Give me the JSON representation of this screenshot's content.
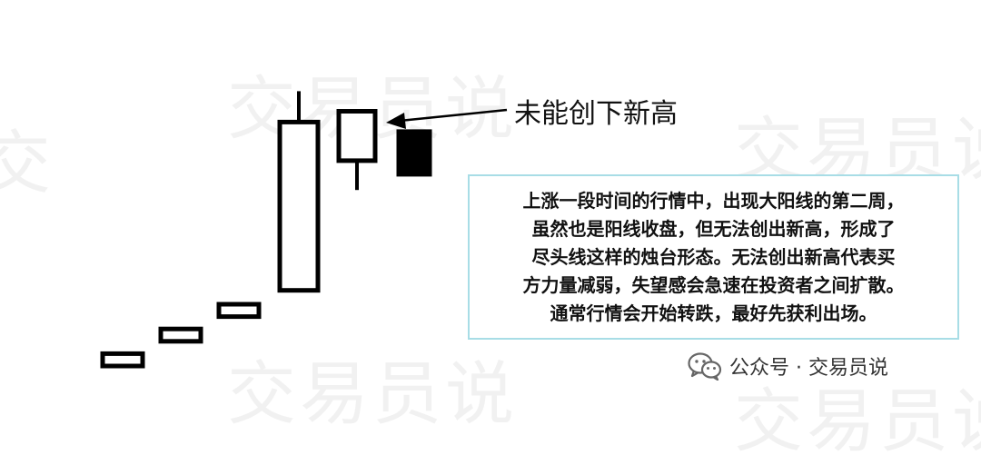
{
  "watermark_text": "交易员说",
  "callout_label": "未能创下新高",
  "info_box_lines": [
    "上涨一段时间的行情中，出现大阳线的第二周，",
    "虽然也是阳线收盘，但无法创出新高，形成了",
    "尽头线这样的烛台形态。无法创出新高代表买",
    "方力量减弱，失望感会急速在投资者之间扩散。",
    "通常行情会开始转跌，最好先获利出场。"
  ],
  "footer": {
    "icon": "wechat-icon",
    "text": "公众号 · 交易员说"
  },
  "candles": [
    {
      "type": "bullish",
      "open": 1.0,
      "close": 1.8,
      "high": 1.8,
      "low": 1.0
    },
    {
      "type": "bullish",
      "open": 2.6,
      "close": 3.4,
      "high": 3.4,
      "low": 2.6
    },
    {
      "type": "bullish",
      "open": 4.2,
      "close": 5.0,
      "high": 5.0,
      "low": 4.2
    },
    {
      "type": "bullish",
      "open": 5.9,
      "close": 16.8,
      "high": 18.8,
      "low": 5.9
    },
    {
      "type": "bullish",
      "open": 14.3,
      "close": 17.5,
      "high": 17.5,
      "low": 12.4
    },
    {
      "type": "bearish",
      "open": 16.3,
      "close": 13.3,
      "high": 16.3,
      "low": 13.3
    }
  ],
  "colors": {
    "candle_stroke": "#000000",
    "bearish_fill": "#000000",
    "bullish_fill": "#ffffff",
    "info_border": "#a8dde6",
    "watermark": "#f1f1f1"
  }
}
